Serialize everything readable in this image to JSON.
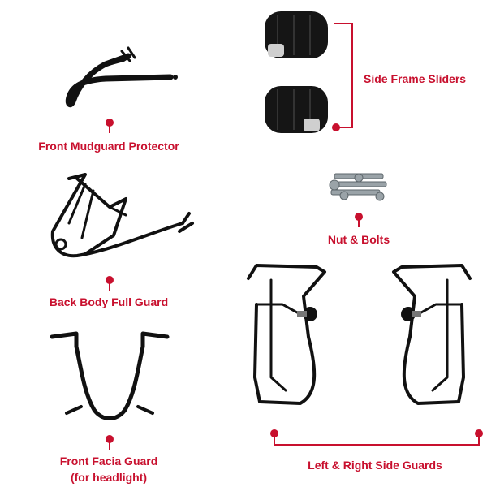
{
  "brand_color": "#c8102e",
  "parts": {
    "front_mudguard_protector": "Front Mudguard Protector",
    "side_frame_sliders": "Side Frame Sliders",
    "back_body_full_guard": "Back Body Full Guard",
    "nut_and_bolts": "Nut & Bolts",
    "front_facia_guard_line1": "Front Facia Guard",
    "front_facia_guard_line2": "(for headlight)",
    "left_right_side_guards": "Left & Right Side Guards"
  },
  "icons": [
    "mudguard-protector-icon",
    "frame-slider-icon",
    "back-guard-icon",
    "nut-bolt-icon",
    "facia-guard-icon",
    "side-guard-icon"
  ]
}
